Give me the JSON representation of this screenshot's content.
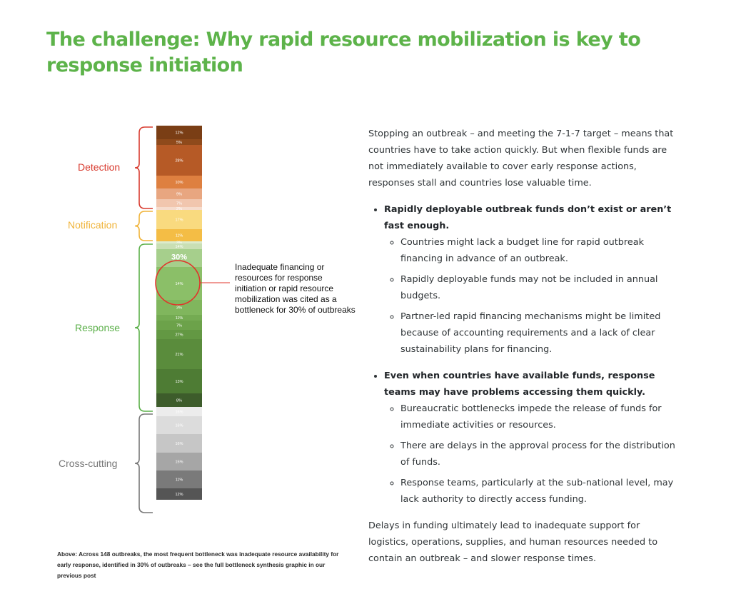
{
  "title": "The challenge: Why rapid resource mobilization is key to response initiation",
  "groups": [
    {
      "name": "Detection",
      "color": "#d83a2e"
    },
    {
      "name": "Notification",
      "color": "#f0b43a"
    },
    {
      "name": "Response",
      "color": "#5aaf48"
    },
    {
      "name": "Cross-cutting",
      "color": "#777777"
    }
  ],
  "bar_segments": [
    {
      "label": "12%",
      "color": "#7a3e15"
    },
    {
      "label": "5%",
      "color": "#8f4a1b"
    },
    {
      "label": "28%",
      "color": "#b65a26"
    },
    {
      "label": "10%",
      "color": "#de8040"
    },
    {
      "label": "9%",
      "color": "#e8a680"
    },
    {
      "label": "7%",
      "color": "#f1c6ae"
    },
    {
      "label": "2%",
      "color": "#f6dccd"
    },
    {
      "label": "17%",
      "color": "#f9da7f"
    },
    {
      "label": "11%",
      "color": "#f4bd45"
    },
    {
      "label": "3%",
      "color": "#dcebcc"
    },
    {
      "label": "14%",
      "color": "#c9dfb4"
    },
    {
      "label": "30%",
      "color": "#a6cf8c"
    },
    {
      "label": "14%",
      "color": "#8bbf68"
    },
    {
      "label": "3%",
      "color": "#80b65d"
    },
    {
      "label": "11%",
      "color": "#74ab52"
    },
    {
      "label": "7%",
      "color": "#6ca24a"
    },
    {
      "label": "27%",
      "color": "#639843"
    },
    {
      "label": "21%",
      "color": "#5a8c3c"
    },
    {
      "label": "13%",
      "color": "#4e7c34"
    },
    {
      "label": "8%",
      "color": "#3d5c2b"
    },
    {
      "label": "16%",
      "color": "#ececec"
    },
    {
      "label": "16%",
      "color": "#dcdcdc"
    },
    {
      "label": "16%",
      "color": "#c6c6c6"
    },
    {
      "label": "15%",
      "color": "#a6a6a6"
    },
    {
      "label": "11%",
      "color": "#7a7a7a"
    },
    {
      "label": "12%",
      "color": "#555555"
    }
  ],
  "annotation": "Inadequate financing or resources for response initiation or rapid resource mobilization was cited as a bottleneck for 30% of outbreaks",
  "caption": "Above: Across 148 outbreaks, the most frequent bottleneck was inadequate resource availability for early response, identified in 30% of outbreaks – see the full bottleneck synthesis graphic in our previous post",
  "intro": "Stopping an outbreak – and meeting the 7-1-7 target – means that countries have to take action quickly. But when flexible funds are not immediately available to cover early response actions, responses stall and countries lose valuable time.",
  "bullets": [
    {
      "lead": "Rapidly deployable outbreak funds don’t exist or aren’t fast enough.",
      "items": [
        "Countries might lack a budget line for rapid outbreak financing in advance of an outbreak.",
        "Rapidly deployable funds may not be included in annual budgets.",
        "Partner-led rapid financing mechanisms might be limited because of accounting requirements and a lack of clear sustainability plans for financing."
      ]
    },
    {
      "lead": "Even when countries have available funds, response teams may have problems accessing them quickly.",
      "items": [
        "Bureaucratic bottlenecks impede the release of funds for immediate activities or resources.",
        "There are delays in the approval process for the distribution of funds.",
        "Response teams, particularly at the sub-national level, may lack authority to directly access funding."
      ]
    }
  ],
  "outro": "Delays in funding ultimately lead to inadequate support for logistics, operations, supplies, and human resources needed to contain an outbreak – and slower response times."
}
